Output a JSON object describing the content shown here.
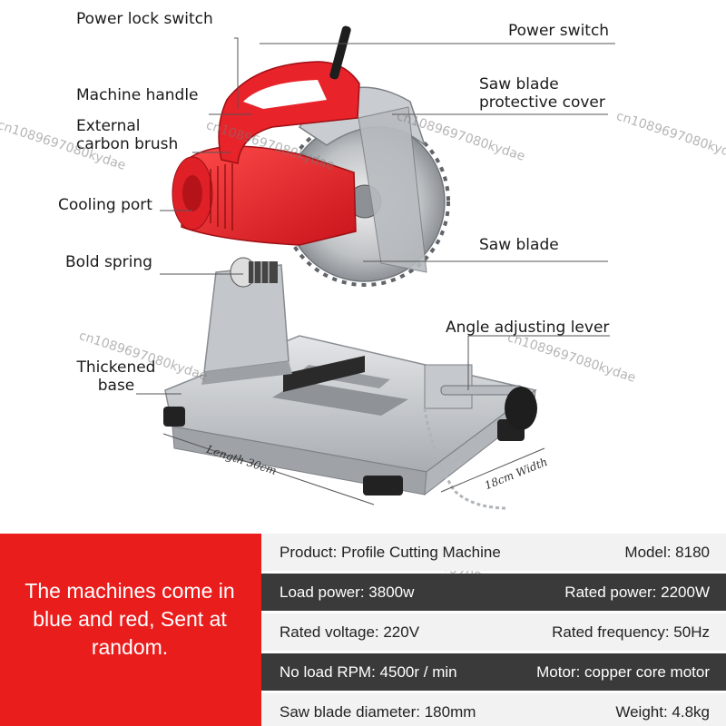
{
  "labels": {
    "power_lock_switch": "Power lock switch",
    "power_switch": "Power switch",
    "machine_handle": "Machine handle",
    "blade_cover_1": "Saw blade",
    "blade_cover_2": "protective cover",
    "carbon_brush_1": "External",
    "carbon_brush_2": "carbon brush",
    "cooling_port": "Cooling port",
    "saw_blade": "Saw blade",
    "bold_spring": "Bold spring",
    "angle_lever": "Angle adjusting lever",
    "base_1": "Thickened",
    "base_2": "base",
    "length": "Length 30cm",
    "width": "18cm Width"
  },
  "watermark": "cn1089697080kydae",
  "note": {
    "line1": "The machines come in",
    "line2": "blue and red, Sent at",
    "line3": "random."
  },
  "specs": [
    {
      "left": "Product: Profile Cutting Machine",
      "right": "Model: 8180",
      "style": "light"
    },
    {
      "left": "Load power: 3800w",
      "right": "Rated power: 2200W",
      "style": "dark"
    },
    {
      "left": "Rated voltage: 220V",
      "right": "Rated frequency: 50Hz",
      "style": "light"
    },
    {
      "left": "No load RPM: 4500r / min",
      "right": "Motor: copper core motor",
      "style": "dark"
    },
    {
      "left": "Saw blade diameter: 180mm",
      "right": "Weight: 4.8kg",
      "style": "light"
    }
  ],
  "colors": {
    "motor_red": "#e8232a",
    "note_red": "#ea1d1d",
    "base_silver": "#c9ccd0",
    "dark_row": "#3a3a3a"
  }
}
